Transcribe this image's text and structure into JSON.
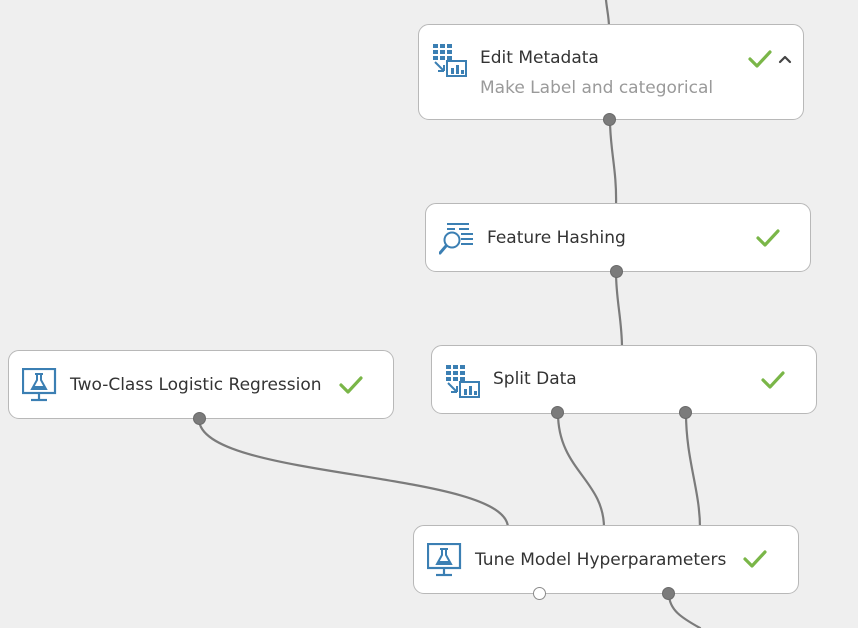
{
  "modules": {
    "edit_metadata": {
      "title": "Edit Metadata",
      "subtitle": "Make Label and categorical",
      "icon": "grid-chart-icon",
      "status": "completed"
    },
    "feature_hashing": {
      "title": "Feature Hashing",
      "icon": "feature-search-icon",
      "status": "completed"
    },
    "split_data": {
      "title": "Split Data",
      "icon": "grid-chart-icon",
      "status": "completed"
    },
    "logistic_regression": {
      "title": "Two-Class Logistic Regression",
      "icon": "flask-monitor-icon",
      "status": "completed"
    },
    "tune_model": {
      "title": "Tune Model Hyperparameters",
      "icon": "flask-monitor-icon",
      "status": "completed"
    }
  },
  "colors": {
    "canvas": "#efefef",
    "node_bg": "#ffffff",
    "node_border": "#b8b8b8",
    "icon_blue": "#3b7fb3",
    "check_green": "#7ab648",
    "connector": "#7b7b7b"
  }
}
